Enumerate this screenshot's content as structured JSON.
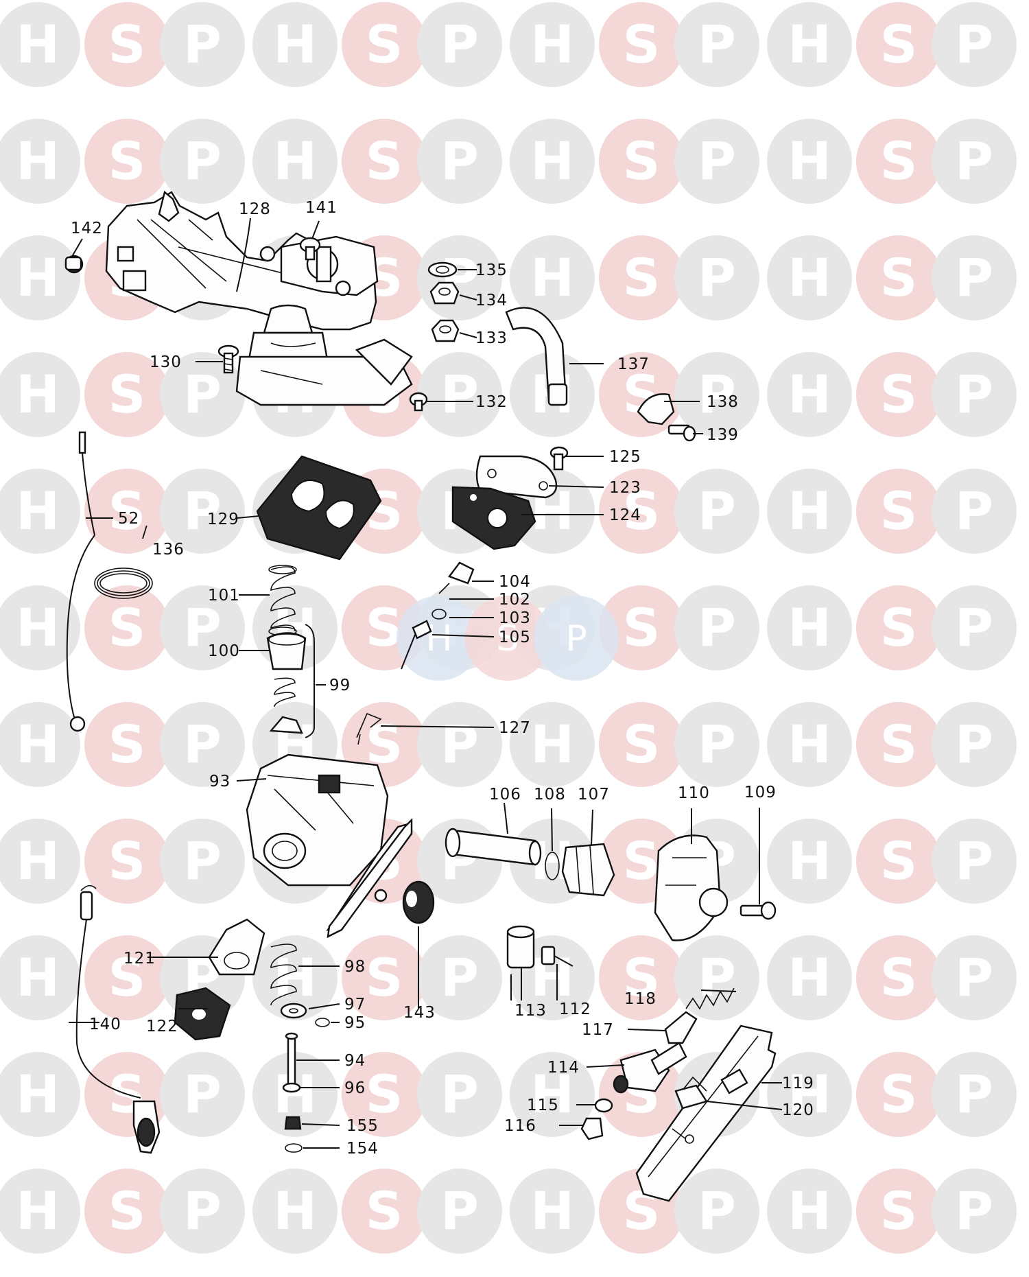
{
  "watermark": {
    "letters": [
      "H",
      "S",
      "P"
    ],
    "colors": {
      "grey": "#e6e6e6",
      "pink": "#f4d7d7",
      "blue": "#dbe4f1"
    }
  },
  "callouts": [
    {
      "id": "142",
      "text": "142"
    },
    {
      "id": "128",
      "text": "128"
    },
    {
      "id": "141",
      "text": "141"
    },
    {
      "id": "135",
      "text": "135"
    },
    {
      "id": "134",
      "text": "134"
    },
    {
      "id": "133",
      "text": "133"
    },
    {
      "id": "130",
      "text": "130"
    },
    {
      "id": "137",
      "text": "137"
    },
    {
      "id": "132",
      "text": "132"
    },
    {
      "id": "138",
      "text": "138"
    },
    {
      "id": "139",
      "text": "139"
    },
    {
      "id": "125",
      "text": "125"
    },
    {
      "id": "123",
      "text": "123"
    },
    {
      "id": "124",
      "text": "124"
    },
    {
      "id": "129",
      "text": "129"
    },
    {
      "id": "52",
      "text": "52"
    },
    {
      "id": "slash",
      "text": "/"
    },
    {
      "id": "136",
      "text": "136"
    },
    {
      "id": "101",
      "text": "101"
    },
    {
      "id": "104",
      "text": "104"
    },
    {
      "id": "102",
      "text": "102"
    },
    {
      "id": "103",
      "text": "103"
    },
    {
      "id": "105",
      "text": "105"
    },
    {
      "id": "100",
      "text": "100"
    },
    {
      "id": "99",
      "text": "99"
    },
    {
      "id": "127",
      "text": "127"
    },
    {
      "id": "93",
      "text": "93"
    },
    {
      "id": "106",
      "text": "106"
    },
    {
      "id": "108",
      "text": "108"
    },
    {
      "id": "107",
      "text": "107"
    },
    {
      "id": "110",
      "text": "110"
    },
    {
      "id": "109",
      "text": "109"
    },
    {
      "id": "121",
      "text": "121"
    },
    {
      "id": "98",
      "text": "98"
    },
    {
      "id": "143",
      "text": "143"
    },
    {
      "id": "113",
      "text": "113"
    },
    {
      "id": "112",
      "text": "112"
    },
    {
      "id": "118",
      "text": "118"
    },
    {
      "id": "97",
      "text": "97"
    },
    {
      "id": "95",
      "text": "95"
    },
    {
      "id": "140",
      "text": "140"
    },
    {
      "id": "122",
      "text": "122"
    },
    {
      "id": "117",
      "text": "117"
    },
    {
      "id": "94",
      "text": "94"
    },
    {
      "id": "114",
      "text": "114"
    },
    {
      "id": "119",
      "text": "119"
    },
    {
      "id": "96",
      "text": "96"
    },
    {
      "id": "120",
      "text": "120"
    },
    {
      "id": "115",
      "text": "115"
    },
    {
      "id": "155",
      "text": "155"
    },
    {
      "id": "116",
      "text": "116"
    },
    {
      "id": "154",
      "text": "154"
    }
  ]
}
